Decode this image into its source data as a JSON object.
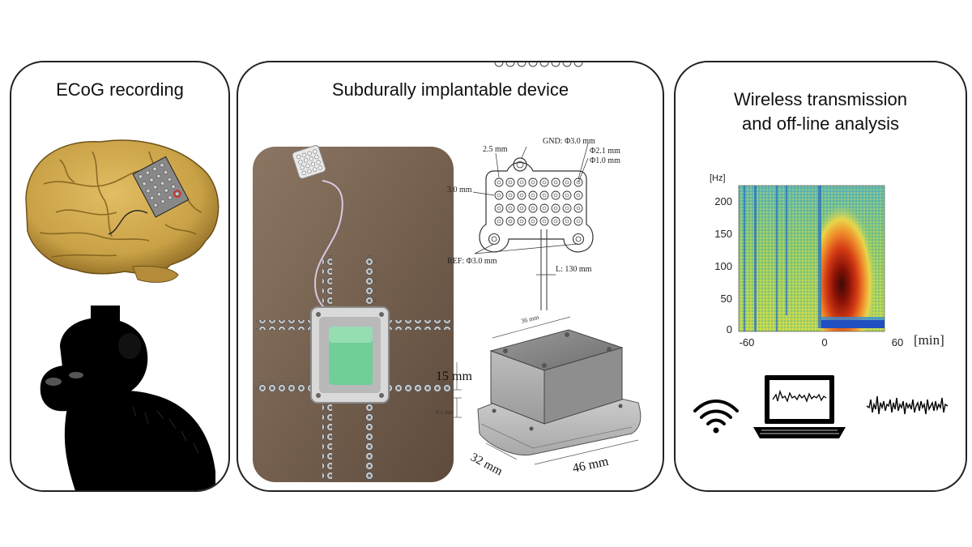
{
  "panels": {
    "ecog": {
      "title": "ECoG recording"
    },
    "device": {
      "title": "Subdurally implantable device",
      "labels": {
        "gnd": "GND: Φ3.0 mm",
        "pitch": "2.5 mm",
        "spacing": "3.0 mm",
        "phi21": "Φ2.1 mm",
        "phi10": "Φ1.0 mm",
        "ref": "REF: Φ3.0 mm",
        "lead": "L: 130 mm",
        "height": "15 mm",
        "depth": "32 mm",
        "width": "46 mm",
        "top": "36 mm",
        "base": "9.1 mm"
      }
    },
    "wireless": {
      "title_line1": "Wireless transmission",
      "title_line2": "and off-line analysis",
      "spectrogram": {
        "yunit": "[Hz]",
        "xunit": "[min]",
        "yticks": [
          "200",
          "150",
          "100",
          "50",
          "0"
        ],
        "xticks": [
          "-60",
          "0",
          "60"
        ]
      },
      "icons": [
        "wifi-icon",
        "laptop-icon",
        "waveform-icon"
      ]
    }
  },
  "colors": {
    "border": "#222222",
    "brain": "#c9a146",
    "tray": "#7a6553",
    "device_green": "#6fcf97",
    "spectrogram_hot": "#b21a0e",
    "spectrogram_base": "#7fc46a"
  }
}
